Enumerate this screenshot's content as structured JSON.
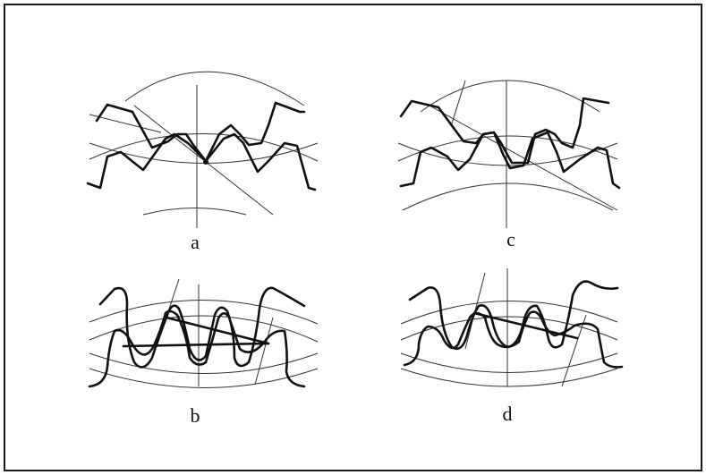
{
  "panels": [
    {
      "id": "a",
      "label": "a"
    },
    {
      "id": "c",
      "label": "c"
    },
    {
      "id": "b",
      "label": "b"
    },
    {
      "id": "d",
      "label": "d"
    }
  ]
}
